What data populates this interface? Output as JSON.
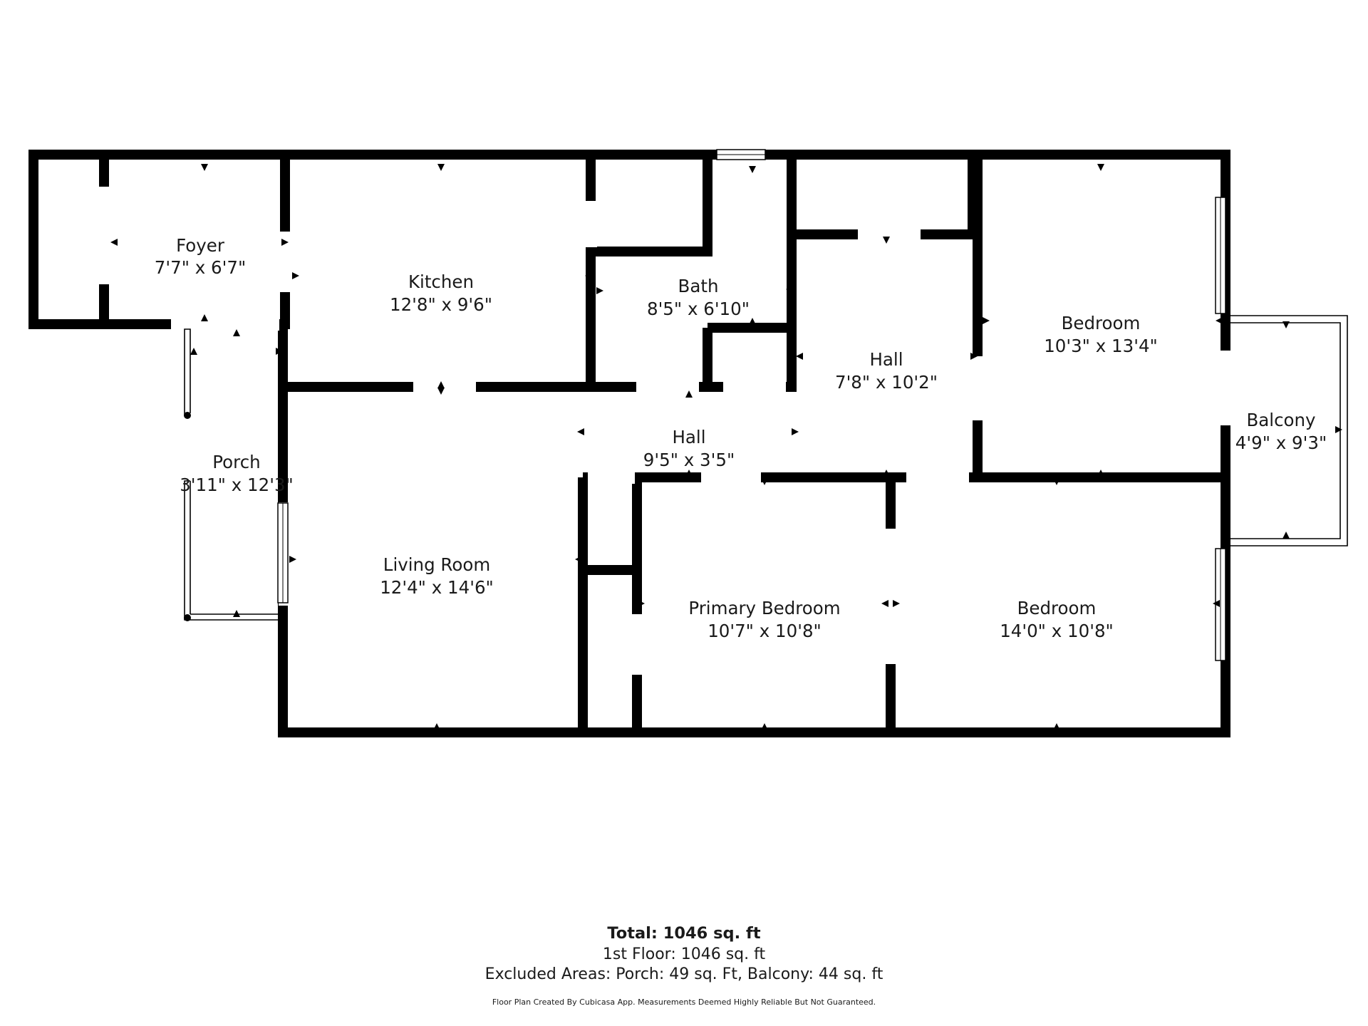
{
  "rooms": {
    "foyer": {
      "name": "Foyer",
      "dim": "7'7\" x 6'7\""
    },
    "kitchen": {
      "name": "Kitchen",
      "dim": "12'8\" x 9'6\""
    },
    "bath": {
      "name": "Bath",
      "dim": "8'5\" x 6'10\""
    },
    "hall_upper": {
      "name": "Hall",
      "dim": "7'8\" x 10'2\""
    },
    "bedroom_upper": {
      "name": "Bedroom",
      "dim": "10'3\" x 13'4\""
    },
    "balcony": {
      "name": "Balcony",
      "dim": "4'9\" x 9'3\""
    },
    "porch": {
      "name": "Porch",
      "dim": "3'11\" x 12'3\""
    },
    "hall_lower": {
      "name": "Hall",
      "dim": "9'5\" x 3'5\""
    },
    "living_room": {
      "name": "Living Room",
      "dim": "12'4\" x 14'6\""
    },
    "primary_bedroom": {
      "name": "Primary Bedroom",
      "dim": "10'7\" x 10'8\""
    },
    "bedroom_lower": {
      "name": "Bedroom",
      "dim": "14'0\" x 10'8\""
    }
  },
  "summary": {
    "total": "Total: 1046 sq. ft",
    "floor": "1st Floor: 1046 sq. ft",
    "excluded": "Excluded Areas: Porch: 49 sq. Ft, Balcony: 44 sq. ft",
    "note": "Floor Plan Created By Cubicasa App. Measurements Deemed Highly Reliable But Not Guaranteed."
  }
}
